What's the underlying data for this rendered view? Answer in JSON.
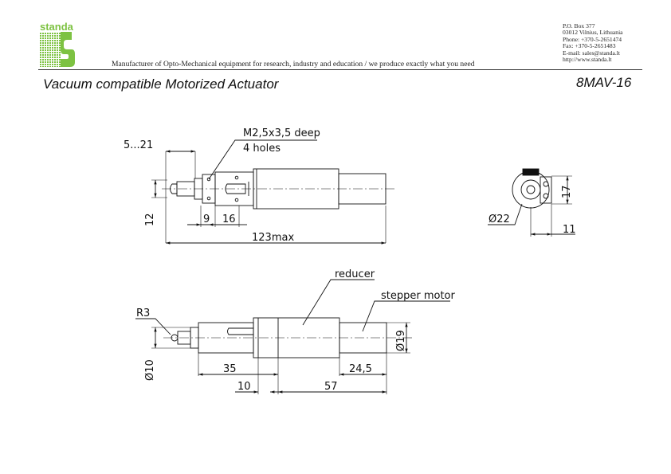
{
  "header": {
    "logo_text": "standa",
    "tagline_main": "Manufacturer of Opto-Mechanical equipment for research, industry and education /",
    "tagline_emph": " we produce exactly what you need",
    "contact": [
      "P.O. Box 377",
      "03012 Vilnius, Lithuania",
      "Phone: +370-5-2651474",
      "Fax: +370-5-2651483",
      "E-mail: sales@standa.lt",
      "http://www.standa.lt"
    ],
    "title": "Vacuum compatible  Motorized Actuator",
    "model": "8MAV-16"
  },
  "colors": {
    "logo_green": "#7dc242",
    "line": "#111111"
  },
  "top_view": {
    "d_travel": "5...21",
    "d_thread": "M2,5x3,5 deep",
    "d_holes": "4 holes",
    "d_height": "12",
    "d_a": "9",
    "d_b": "16",
    "d_length": "123max"
  },
  "end_view": {
    "d_17": "17",
    "d_22": "Ø22",
    "d_11": "11"
  },
  "side_view": {
    "l_reducer": "reducer",
    "l_motor": "stepper motor",
    "d_r3": "R3",
    "d_10dia": "Ø10",
    "d_19": "Ø19",
    "d_35": "35",
    "d_245": "24,5",
    "d_10": "10",
    "d_57": "57"
  }
}
